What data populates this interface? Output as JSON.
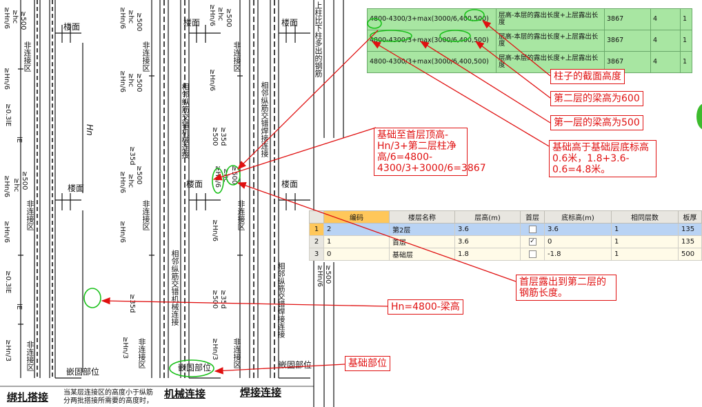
{
  "top_table": {
    "rows": [
      {
        "formula": "4800-4300/3+max(3000/6,400,500)",
        "desc": "层高-本层的露出长度+上层露出长度",
        "value": "3867",
        "col3": "4",
        "col4": "1"
      },
      {
        "formula": "4800-4300/3+max(3000/6,400,500)",
        "desc": "层高-本层的露出长度+上层露出长度",
        "value": "3867",
        "col3": "4",
        "col4": "1"
      },
      {
        "formula": "4800-4300/3+max(3000/6,400,500)",
        "desc": "层高-本层的露出长度+上层露出长度",
        "value": "3867",
        "col3": "4",
        "col4": "1"
      }
    ]
  },
  "floor_table": {
    "headers": [
      "编码",
      "楼层名称",
      "层高(m)",
      "首层",
      "底标高(m)",
      "相同层数",
      "板厚"
    ],
    "rows": [
      {
        "n": "1",
        "code": "2",
        "name": "第2层",
        "height": "3.6",
        "first": false,
        "bottom": "3.6",
        "same": "1",
        "slab": "135"
      },
      {
        "n": "2",
        "code": "1",
        "name": "首层",
        "height": "3.6",
        "first": true,
        "bottom": "0",
        "same": "1",
        "slab": "135"
      },
      {
        "n": "3",
        "code": "0",
        "name": "基础层",
        "height": "1.8",
        "first": false,
        "bottom": "-1.8",
        "same": "1",
        "slab": "500"
      }
    ]
  },
  "annotations": {
    "column_section": "柱子的截面高度",
    "beam2": "第二层的梁高为600",
    "beam1": "第一层的梁高为500",
    "base_height": "基础高于基础层底标高0.6米，1.8+3.6-0.6=4.8米。",
    "calc": "基础至首层顶高-Hn/3+第二层柱净高/6=4800-4300/3+3000/6=3867",
    "first_floor_out": "首层露出到第二层的钢筋长度。",
    "hn": "Hn=4800-梁高",
    "base_part": "基础部位"
  },
  "drawing": {
    "floor_label": "楼面",
    "non_connect": "非连接区",
    "hn6": "≥Hn/6",
    "hc": "≥hc",
    "v500": "≥500",
    "hn3": "≥Hn/3",
    "d35": "≥35d",
    "hn_center": "Hn",
    "lap03": "≥0.3lE",
    "le": "lE",
    "mech_note": "相邻纵筋交错机械连接",
    "weld_note": "相邻纵筋交错焊接连接",
    "embed": "嵌固部位",
    "right_note": "上柱比下柱多出的钢筋",
    "caption_lap": "绑扎搭接",
    "caption_mech": "机械连接",
    "caption_weld": "焊接连接",
    "footnote": "当某层连接区的高度小于纵筋分两批搭接所需要的高度时，"
  },
  "colors": {
    "red": "#e01010",
    "green": "#18c018",
    "table_green": "#a8e6a2",
    "selected_row": "#b9d3f4",
    "header_sel": "#ffc75a"
  }
}
